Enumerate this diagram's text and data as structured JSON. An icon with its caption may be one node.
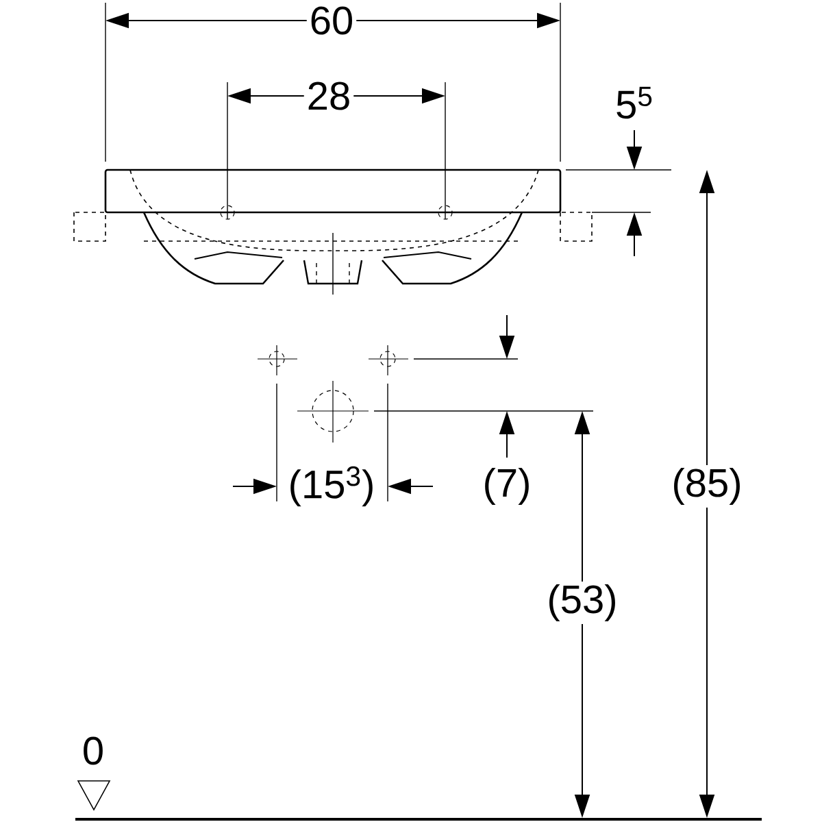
{
  "diagram": {
    "labels": [
      "60",
      "28",
      "5$^{5}$",
      "(15$^{3}$)",
      "(7)",
      "(85)",
      "(53)",
      "0"
    ]
  }
}
